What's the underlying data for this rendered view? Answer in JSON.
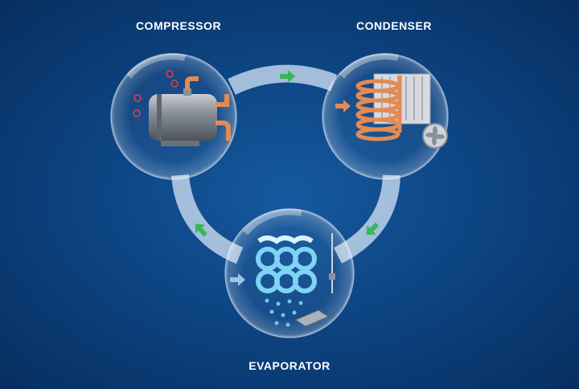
{
  "diagram": {
    "stages": [
      {
        "id": "compressor",
        "label": "COMPRESSOR"
      },
      {
        "id": "condenser",
        "label": "CONDENSER"
      },
      {
        "id": "evaporator",
        "label": "EVAPORATOR"
      }
    ],
    "flow": [
      "compressor",
      "condenser",
      "evaporator",
      "compressor"
    ]
  },
  "colors": {
    "background": "#0d4584",
    "arrow": "#3cb55a",
    "copper": "#e58a52",
    "ice": "#7fd3f5",
    "heat": "#e0404a"
  }
}
